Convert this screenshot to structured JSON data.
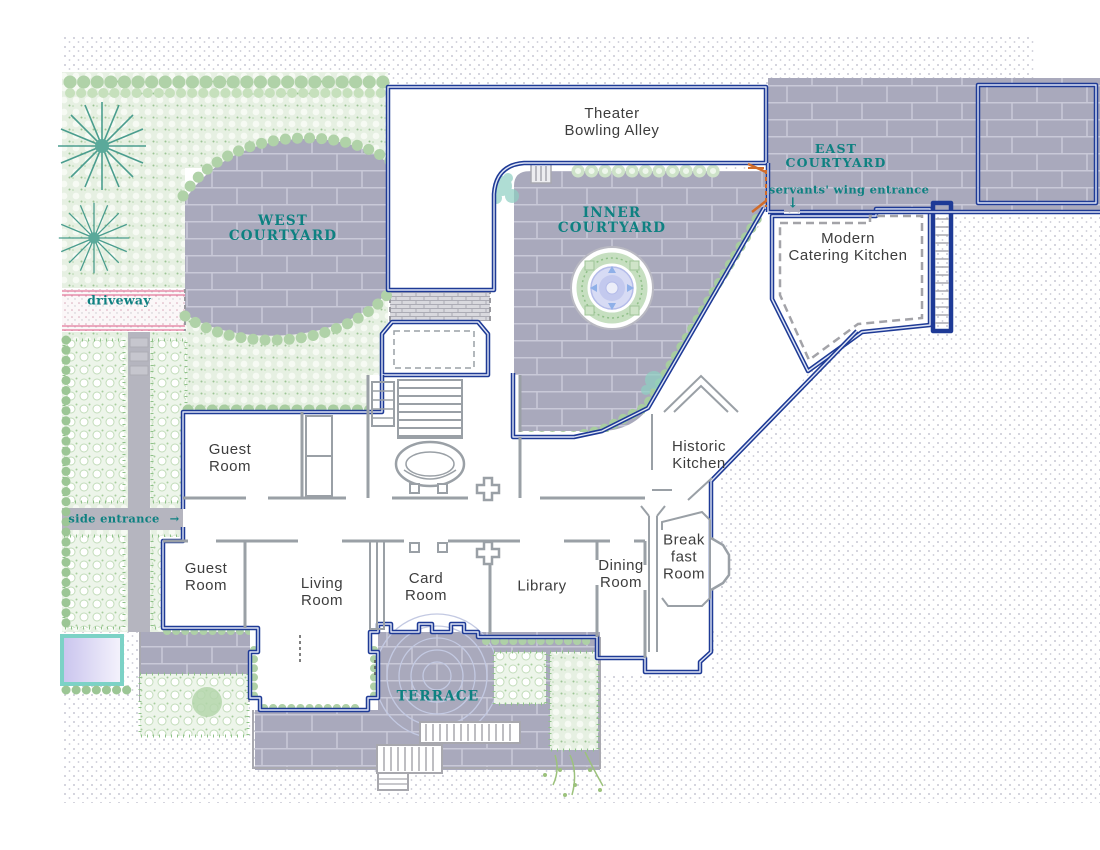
{
  "colors": {
    "teal_text": "#0e8181",
    "boundary_navy": "#1e3a96",
    "pavement_gray": "#a9a9bc",
    "garden_green": "#e6f0e2",
    "hedge_green": "#a8cda0",
    "wall_gray": "#9aa0a6",
    "orange_accent": "#d06b2a",
    "stipple_dot": "#b8b8c6",
    "pool_edge": "#7cd2c6",
    "room_text": "#3d3d3d"
  },
  "buildings": {
    "theater": {
      "lines": [
        "Theater",
        "Bowling Alley"
      ]
    },
    "modern_kitchen": {
      "lines": [
        "Modern",
        "Catering Kitchen"
      ]
    },
    "historic_kitchen": {
      "lines": [
        "Historic",
        "Kitchen"
      ]
    },
    "guest_room_upper": {
      "lines": [
        "Guest",
        "Room"
      ]
    },
    "guest_room_lower": {
      "lines": [
        "Guest",
        "Room"
      ]
    },
    "living_room": {
      "lines": [
        "Living",
        "Room"
      ]
    },
    "card_room": {
      "lines": [
        "Card",
        "Room"
      ]
    },
    "library": {
      "lines": [
        "Library"
      ]
    },
    "dining_room": {
      "lines": [
        "Dining",
        "Room"
      ]
    },
    "breakfast_room": {
      "lines": [
        "Break",
        "fast",
        "Room"
      ]
    }
  },
  "courtyards": {
    "west": {
      "lines": [
        "WEST",
        "COURTYARD"
      ]
    },
    "inner": {
      "lines": [
        "INNER",
        "COURTYARD"
      ]
    },
    "east": {
      "lines": [
        "EAST",
        "COURTYARD"
      ]
    },
    "terrace": {
      "lines": [
        "TERRACE"
      ]
    }
  },
  "annotations": {
    "driveway": {
      "label": "driveway"
    },
    "side_entrance": {
      "label": "side entrance",
      "arrow": "→"
    },
    "servants_wing": {
      "label": "servants' wing entrance",
      "arrow": "↓"
    }
  }
}
